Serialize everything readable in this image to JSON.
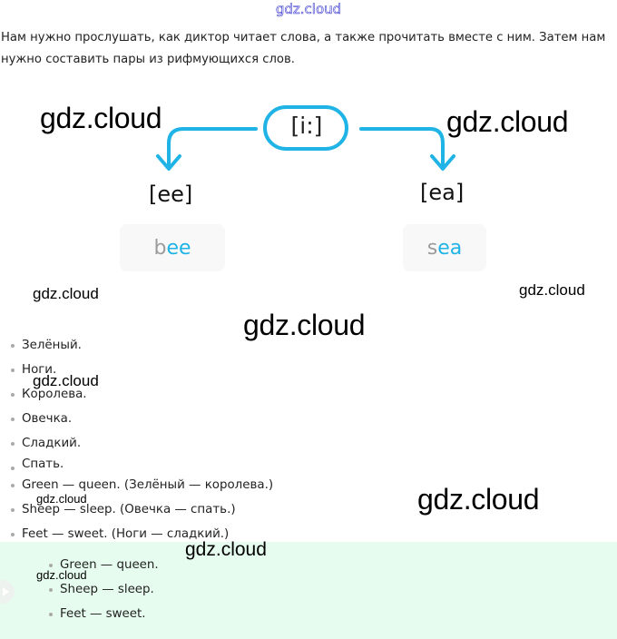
{
  "watermark": "gdz.cloud",
  "intro": "Нам нужно прослушать, как диктор читает слова, а также прочитать вместе с ним. Затем нам нужно составить пары из рифмующихся слов.",
  "diagram": {
    "center_sound": "[i:]",
    "left": {
      "spelling": "[ee]",
      "word_prefix": "b",
      "word_highlight": "ee"
    },
    "right": {
      "spelling": "[ea]",
      "word_prefix": "s",
      "word_highlight": "ea"
    },
    "colors": {
      "accent": "#1fb3e6",
      "muted": "#9b9b9b"
    }
  },
  "translations": [
    "Зелёный.",
    "Ноги.",
    "Королева.",
    "Овечка.",
    "Сладкий.",
    "Спать."
  ],
  "pairs": [
    "Green — queen. (Зелёный — королева.)",
    "Sheep — sleep. (Овечка — спать.)",
    "Feet — sweet. (Ноги — сладкий.)"
  ],
  "answer": {
    "items": [
      "Green — queen.",
      "Sheep — sleep.",
      "Feet — sweet."
    ],
    "background": "#e6fcef"
  }
}
